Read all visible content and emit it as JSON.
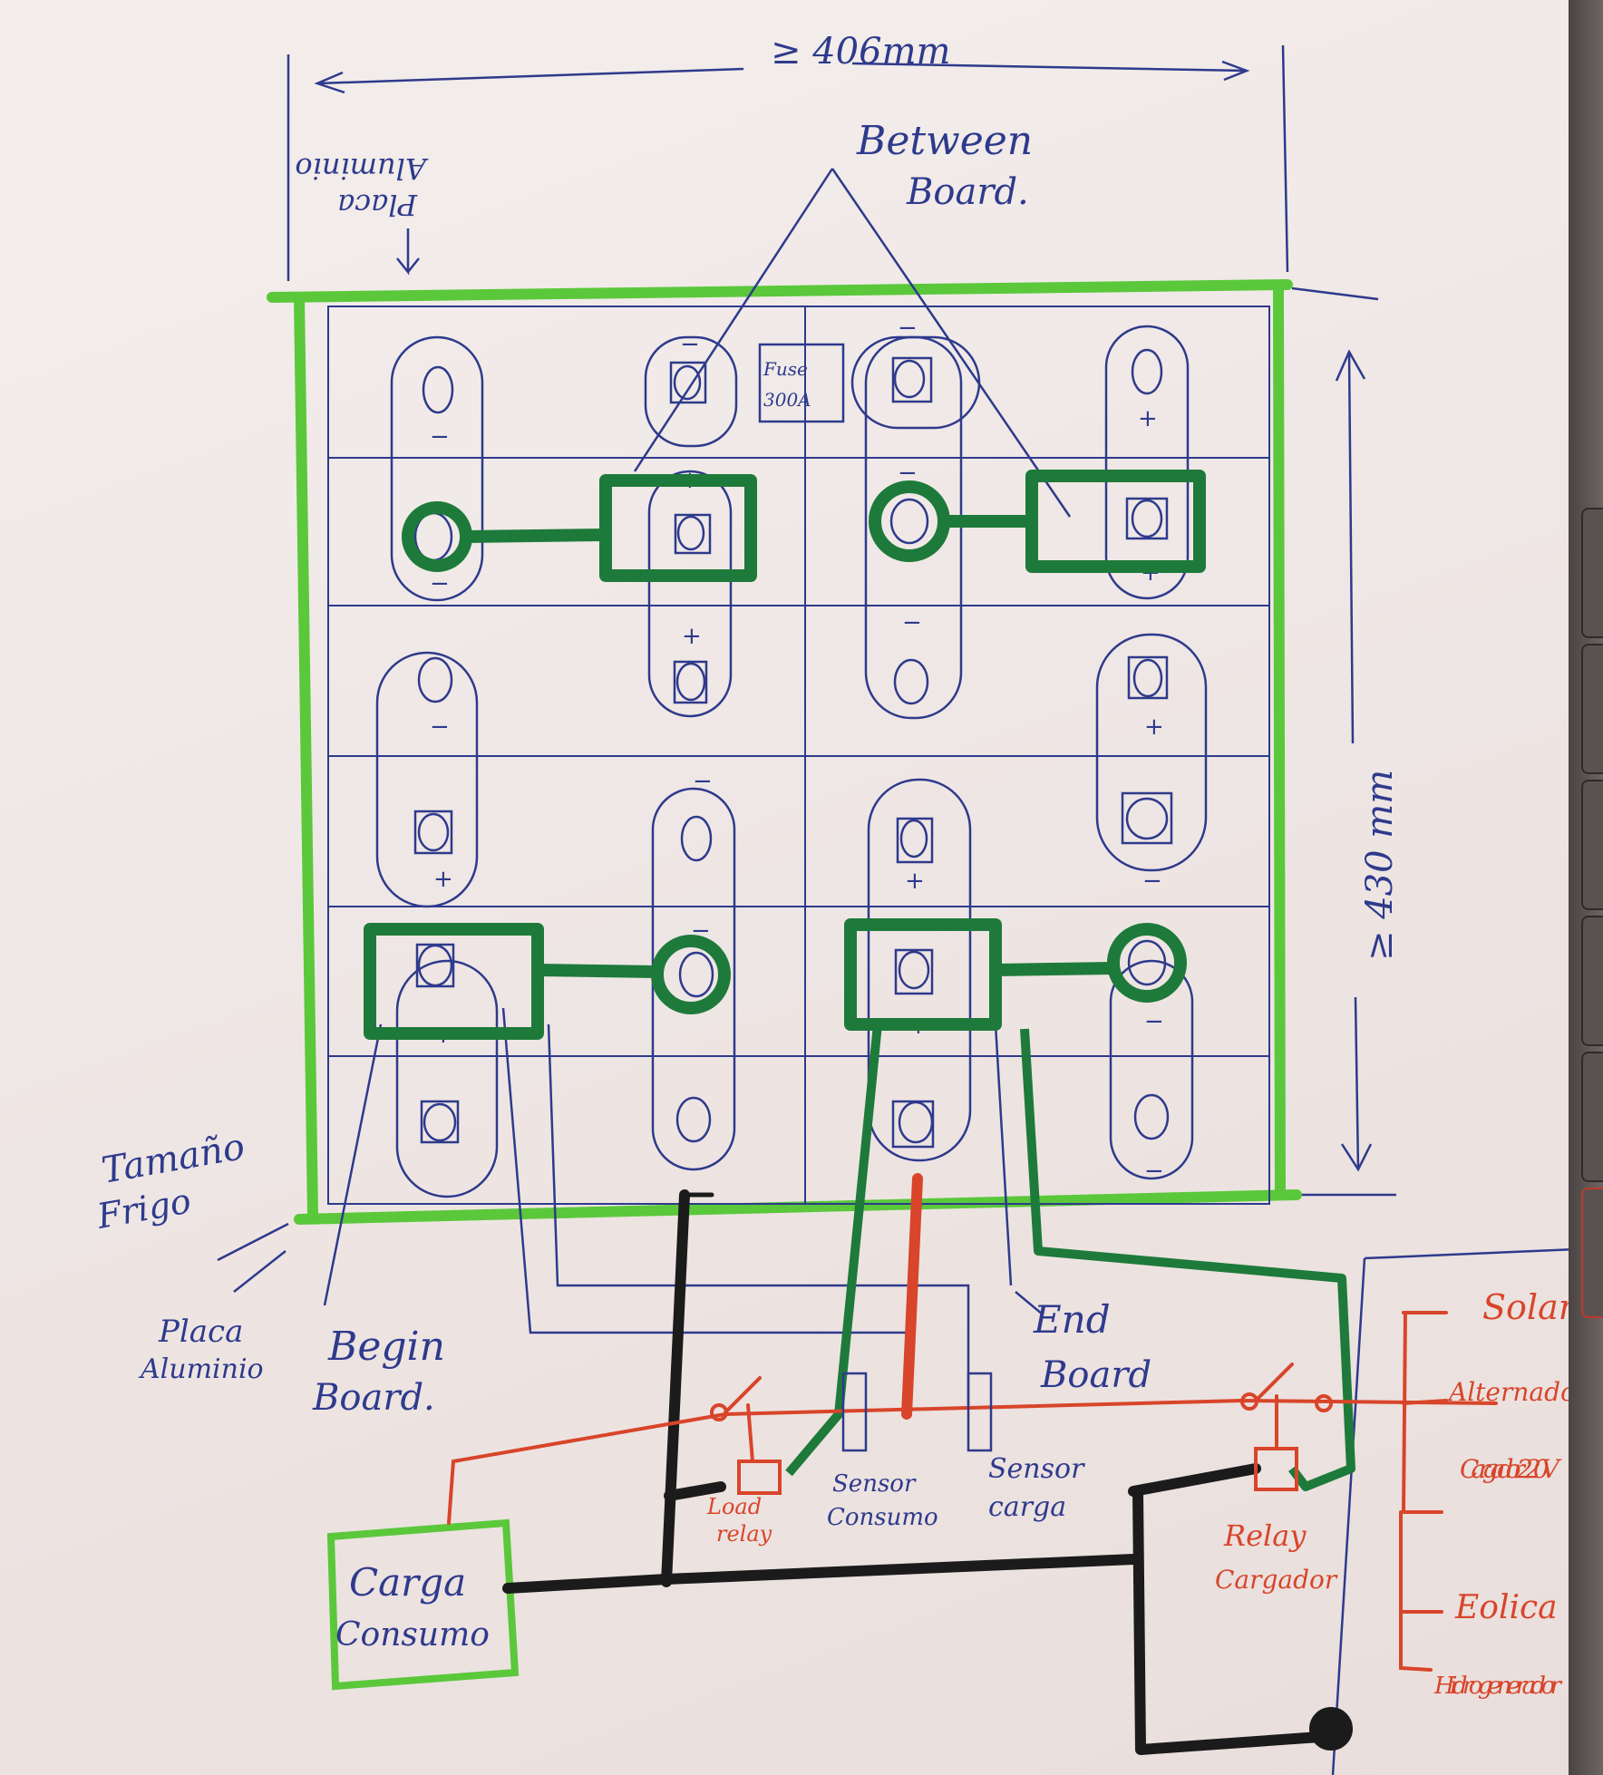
{
  "labels": {
    "width_dim": "≥ 406mm",
    "height_dim": "≥ 430 mm",
    "between_board": [
      "Between",
      "Board."
    ],
    "placa_aluminio_top": [
      "Placa",
      "Aluminio"
    ],
    "fuse": [
      "Fuse",
      "300A"
    ],
    "tamano_frigo": [
      "Tamaño",
      "Frigo"
    ],
    "placa_aluminio_bottom": [
      "Placa",
      "Aluminio"
    ],
    "begin_board": [
      "Begin",
      "Board."
    ],
    "end_board": [
      "End",
      "Board"
    ],
    "load_relay": [
      "Load",
      "relay"
    ],
    "sensor_consumo": [
      "Sensor",
      "Consumo"
    ],
    "sensor_carga": [
      "Sensor",
      "carga"
    ],
    "carga_consumo": [
      "Carga",
      "Consumo"
    ],
    "relay_cargador": [
      "Relay",
      "Cargador"
    ],
    "sources": [
      "Solar",
      "Alternador",
      "Cargador 220V",
      "Eolica",
      "Hidrogenerador"
    ]
  },
  "cells": [
    {
      "row": 0,
      "col": 0,
      "terminals": [
        {
          "sign": "-",
          "shape": "circle"
        },
        {
          "sign": "-",
          "shape": "circle"
        }
      ]
    }
  ],
  "colors": {
    "ink_blue": "#2e3a8c",
    "marker_green_dark": "#1e7a3a",
    "marker_green_light": "#5ac83a",
    "marker_red": "#d8452a",
    "marker_black": "#1b1b1b",
    "paper": "#efe7e5"
  }
}
